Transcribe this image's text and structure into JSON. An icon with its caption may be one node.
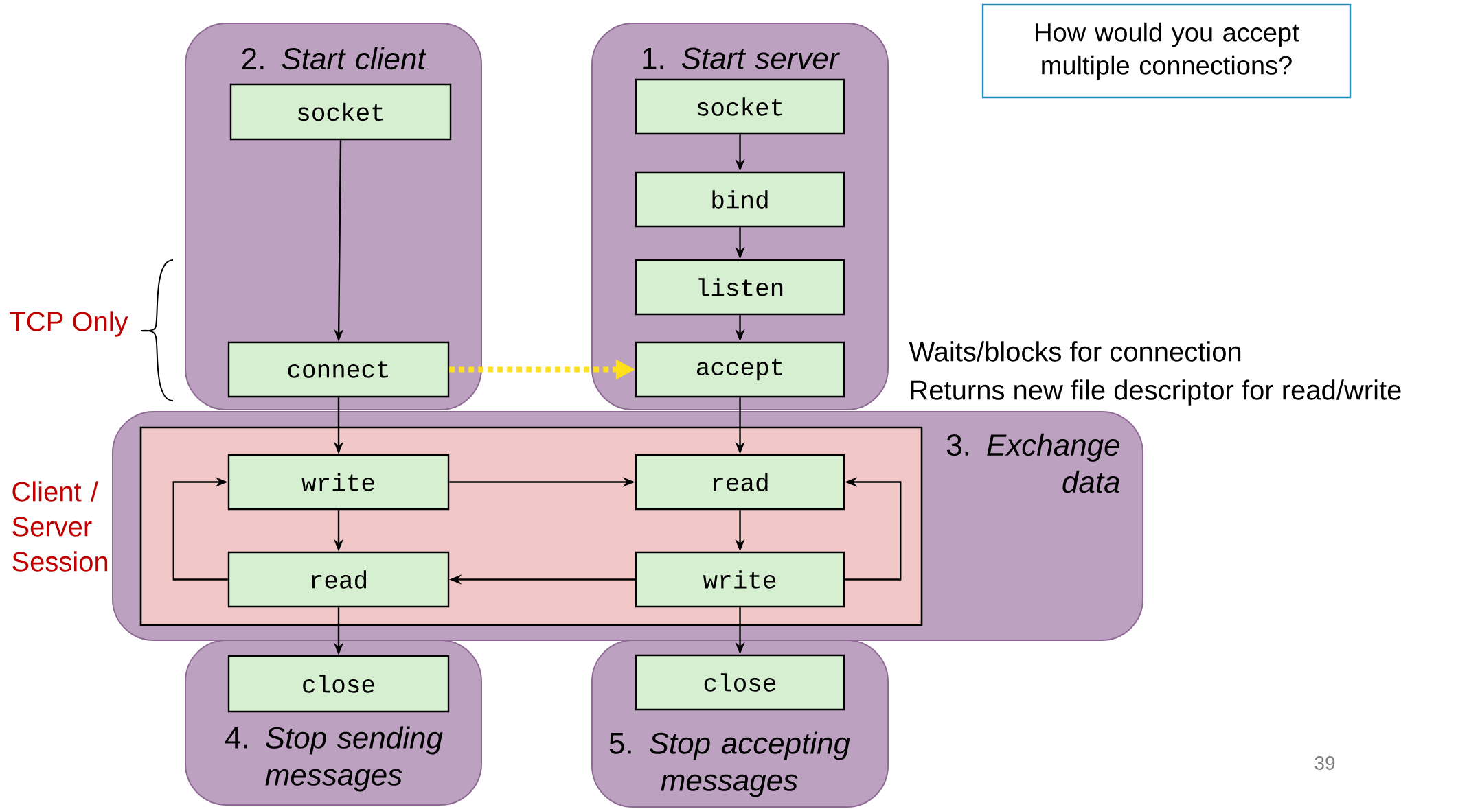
{
  "diagram": {
    "nodes": [
      {
        "text": [
          "2. *Start client*"
        ]
      },
      {
        "text": [
          "socket"
        ],
        "in": 0
      },
      {
        "text": [
          "connect"
        ],
        "in": 0
      },
      {
        "text": [
          "1. *Start server*"
        ]
      },
      {
        "text": [
          "socket"
        ],
        "in": 3
      },
      {
        "text": [
          "bind"
        ],
        "in": 3
      },
      {
        "text": [
          "listen"
        ],
        "in": 3
      },
      {
        "text": [
          "accept"
        ],
        "in": 3,
        "beside": [
          "Waits/blocks for connection",
          "Returns new file descriptor for read/write"
        ]
      },
      {
        "text": [
          "3. *Exchange data*"
        ]
      },
      {
        "text": [],
        "shape": "box",
        "in": 8
      },
      {
        "text": [
          "write"
        ],
        "in": 9
      },
      {
        "text": [
          "read"
        ],
        "in": 9
      },
      {
        "text": [
          "read"
        ],
        "in": 9
      },
      {
        "text": [
          "write"
        ],
        "in": 9
      },
      {
        "text": [
          "4. *Stop sending messages*"
        ]
      },
      {
        "text": [
          "close"
        ],
        "in": 14
      },
      {
        "text": [
          "5. *Stop accepting messages*"
        ]
      },
      {
        "text": [
          "close"
        ],
        "in": 16
      },
      {
        "text": [
          "How would you accept multiple connections?"
        ]
      }
    ],
    "edges": [
      {
        "from": 1,
        "to": 2,
        "arrow": "to"
      },
      {
        "from": 4,
        "to": 5,
        "arrow": "to"
      },
      {
        "from": 5,
        "to": 6,
        "arrow": "to"
      },
      {
        "from": 6,
        "to": 7,
        "arrow": "to"
      },
      {
        "from": 2,
        "to": 7,
        "arrow": "to",
        "style": "dashed",
        "color": "#ffe01a"
      },
      {
        "from": 2,
        "to": 10,
        "arrow": "to"
      },
      {
        "from": 7,
        "to": 11,
        "arrow": "to"
      },
      {
        "from": 10,
        "to": 11,
        "arrow": "to"
      },
      {
        "from": 10,
        "to": 12,
        "arrow": "to"
      },
      {
        "from": 11,
        "to": 13,
        "arrow": "to"
      },
      {
        "from": 13,
        "to": 12,
        "arrow": "to"
      },
      {
        "from": 12,
        "to": 10,
        "arrow": "to"
      },
      {
        "from": 13,
        "to": 11,
        "arrow": "to"
      },
      {
        "from": 12,
        "to": 15,
        "arrow": "to"
      },
      {
        "from": 13,
        "to": 17,
        "arrow": "to"
      }
    ],
    "labels": [
      "TCP Only",
      "Client / Server Session",
      "39"
    ]
  }
}
